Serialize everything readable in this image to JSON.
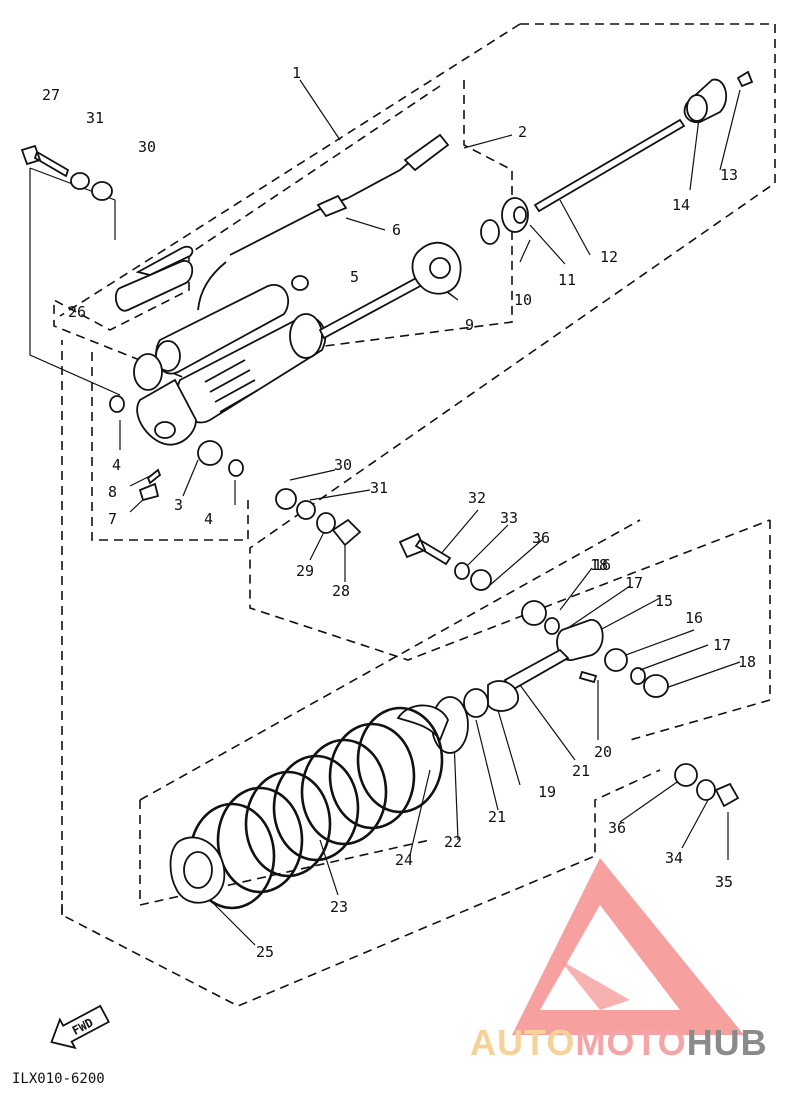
{
  "diagram": {
    "callouts": [
      "1",
      "2",
      "3",
      "4",
      "4",
      "5",
      "6",
      "7",
      "8",
      "9",
      "10",
      "11",
      "12",
      "13",
      "14",
      "15",
      "16",
      "16",
      "17",
      "17",
      "18",
      "18",
      "19",
      "20",
      "21",
      "21",
      "22",
      "23",
      "24",
      "25",
      "26",
      "27",
      "28",
      "29",
      "30",
      "30",
      "31",
      "31",
      "32",
      "33",
      "34",
      "35",
      "36",
      "36"
    ],
    "fwd_label": "FWD",
    "drawing_code": "ILX010-6200"
  },
  "watermark": {
    "brand_part1": "AUTO",
    "brand_part2": "MOTO",
    "brand_part3": "HUB",
    "colors": {
      "auto": "#f6d29a",
      "moto": "#f5a5a5",
      "hub": "#8a8a8a",
      "logo": "#f27d7d"
    }
  }
}
